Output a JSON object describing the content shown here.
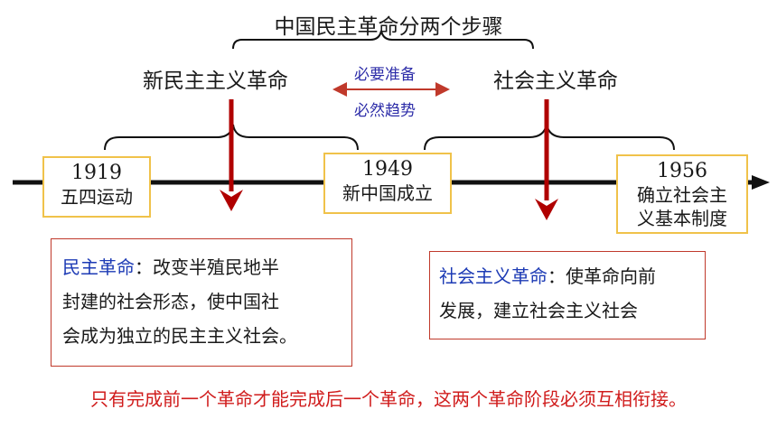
{
  "title": "中国民主革命分两个步骤",
  "new_democratic_revolution": "新民主主义革命",
  "socialist_revolution": "社会主义革命",
  "arrow_top_label": "必要准备",
  "arrow_bottom_label": "必然趋势",
  "events": [
    {
      "year": "1919",
      "label": "五四运动"
    },
    {
      "year": "1949",
      "label": "新中国成立"
    },
    {
      "year": "1956",
      "label_line1": "确立社会主",
      "label_line2": "义基本制度"
    }
  ],
  "left_box": {
    "term": "民主革命",
    "line1_rest": "：改变半殖民地半",
    "line2": "封建的社会形态，使中国社",
    "line3": "会成为独立的民主主义社会。"
  },
  "right_box": {
    "term": "社会主义革命",
    "line1_rest": "：使革命向前",
    "line2": "发展，建立社会主义社会"
  },
  "bottom_note": "只有完成前一个革命才能完成后一个革命，这两个革命阶段必须互相衔接。",
  "colors": {
    "timeline": "#111111",
    "red_arrow": "#b00000",
    "box_border_yellow": "#f0c24a",
    "box_border_red": "#c0392b",
    "term_blue": "#1d3bb5",
    "note_red": "#d01c1c"
  }
}
